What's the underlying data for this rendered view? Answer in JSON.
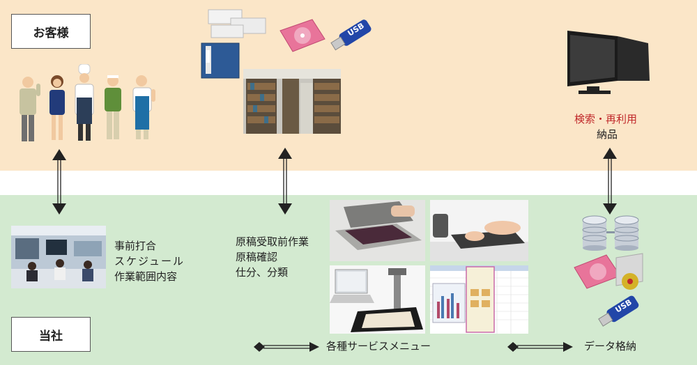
{
  "sections": {
    "customer_label": "お客様",
    "company_label": "当社"
  },
  "customer": {
    "retrieval_reuse": "検索・再利用",
    "delivery": "納品"
  },
  "meeting": {
    "lines": [
      "事前打合",
      "スケジュール",
      "作業範囲内容"
    ]
  },
  "pre_work": {
    "lines": [
      "原稿受取前作業",
      "原稿確認",
      "仕分、分類"
    ]
  },
  "flow": {
    "service_menu": "各種サービスメニュー",
    "data_storage": "データ格納"
  },
  "icons": {
    "usb_label": "USB",
    "usb_label_2": "USB"
  },
  "colors": {
    "top_band": "#fbe6c8",
    "bottom_band": "#d3ead0",
    "accent_red": "#c0282a"
  }
}
